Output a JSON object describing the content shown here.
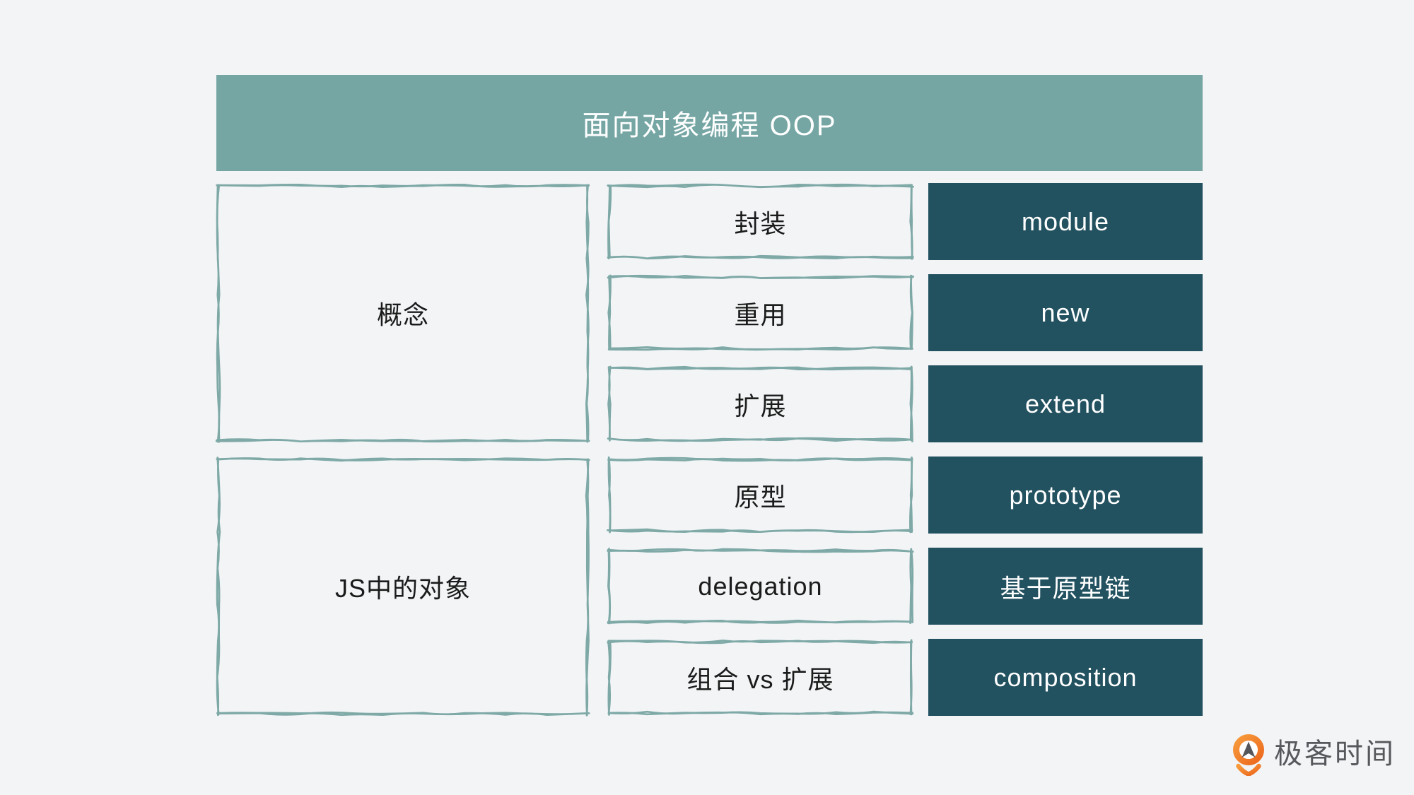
{
  "header": {
    "title": "面向对象编程 OOP"
  },
  "groups": [
    {
      "label": "概念"
    },
    {
      "label": "JS中的对象"
    }
  ],
  "rows": [
    {
      "concept": "封装",
      "implementation": "module"
    },
    {
      "concept": "重用",
      "implementation": "new"
    },
    {
      "concept": "扩展",
      "implementation": "extend"
    },
    {
      "concept": "原型",
      "implementation": "prototype"
    },
    {
      "concept": "delegation",
      "implementation": "基于原型链"
    },
    {
      "concept": "组合 vs 扩展",
      "implementation": "composition"
    }
  ],
  "logo": {
    "text": "极客时间"
  },
  "colors": {
    "background": "#f2f4f6",
    "header_bg": "#75a6a4",
    "header_text": "#ffffff",
    "sketch_border": "#7ea9a6",
    "dark_box_bg": "#225160",
    "dark_box_text": "#ffffff",
    "label_text": "#1b1b1b",
    "logo_orange_light": "#f79b3c",
    "logo_orange_dark": "#ec671c",
    "logo_text": "#57585c"
  }
}
